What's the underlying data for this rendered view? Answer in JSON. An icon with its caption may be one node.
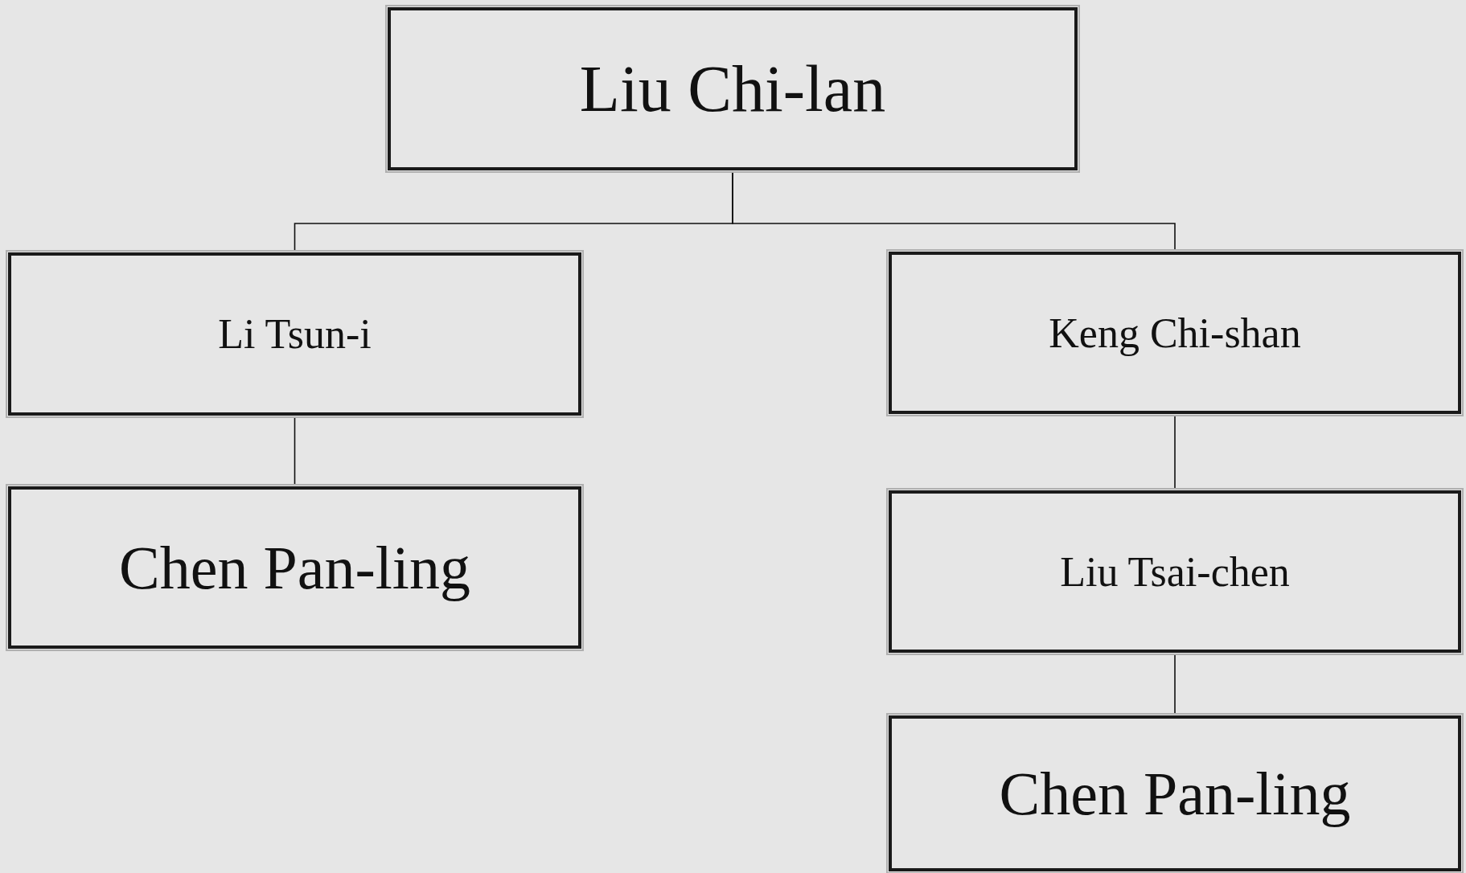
{
  "diagram": {
    "nodes": [
      {
        "text": [
          "Liu Chi-lan"
        ]
      },
      {
        "text": [
          "Li Tsun-i"
        ]
      },
      {
        "text": [
          "Keng Chi-shan"
        ]
      },
      {
        "text": [
          "Chen Pan-ling"
        ]
      },
      {
        "text": [
          "Liu Tsai-chen"
        ]
      },
      {
        "text": [
          "Chen Pan-ling"
        ]
      }
    ],
    "edges": [
      {
        "from": 0,
        "to": 1,
        "arrow": "none"
      },
      {
        "from": 0,
        "to": 2,
        "arrow": "none"
      },
      {
        "from": 1,
        "to": 3,
        "arrow": "none"
      },
      {
        "from": 2,
        "to": 4,
        "arrow": "none"
      },
      {
        "from": 4,
        "to": 5,
        "arrow": "none"
      }
    ]
  }
}
